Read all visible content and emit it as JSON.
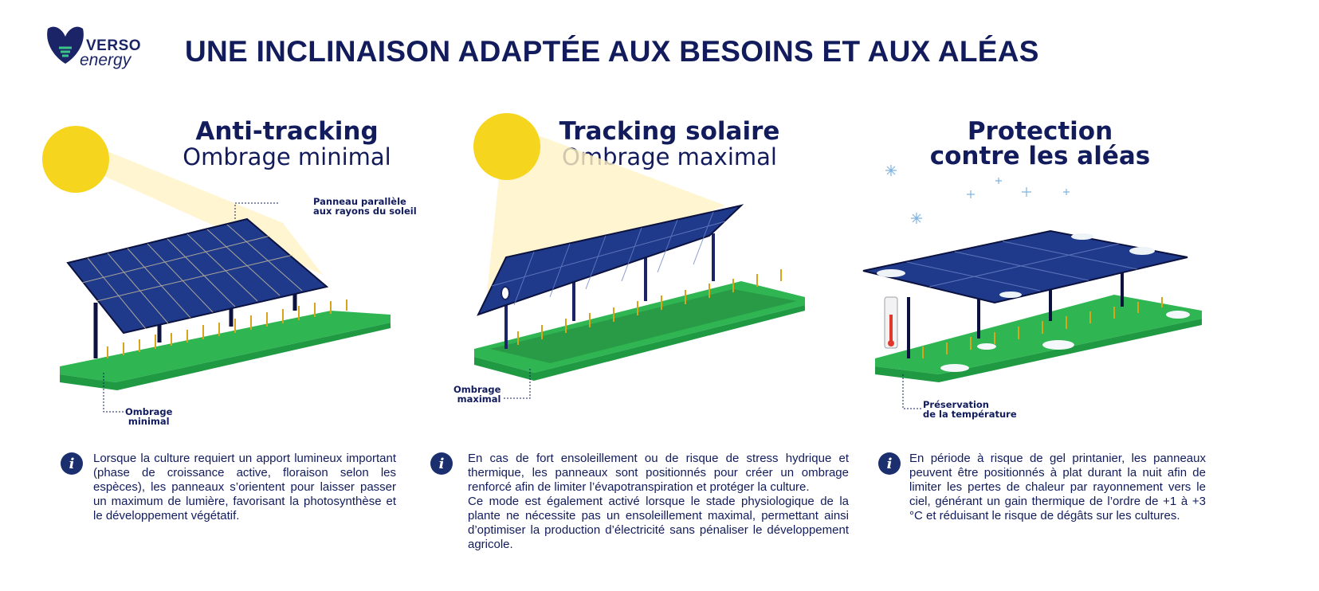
{
  "brand": {
    "name": "VERSO",
    "sub": "energy"
  },
  "title": "UNE INCLINAISON ADAPTÉE AUX BESOINS ET AUX ALÉAS",
  "panels": [
    {
      "title": "Anti-tracking",
      "subtitle": "Ombrage minimal",
      "callout_top": "Panneau parallèle\naux rayons du soleil",
      "callout_bottom": "Ombrage\nminimal",
      "text": "Lorsque la culture requiert un apport lumineux important (phase de croissance active, floraison selon les espèces), les panneaux s’orientent pour laisser passer un maximum de lumière, favorisant la photosynthèse et le développement végétatif."
    },
    {
      "title": "Tracking solaire",
      "subtitle": "Ombrage maximal",
      "callout_bottom": "Ombrage\nmaximal",
      "text": "En cas de fort ensoleillement ou de risque de stress hydrique et thermique, les panneaux sont positionnés pour créer un ombrage renforcé afin de limiter l’évapotranspiration et protéger la culture.\nCe mode est également activé lorsque le stade physiologique de la plante ne nécessite pas un ensoleillement maximal, permettant ainsi d’optimiser la production d’électricité sans pénaliser le développement agricole."
    },
    {
      "title": "Protection",
      "subtitle": "contre les aléas",
      "callout_bottom": "Préservation\nde la température",
      "text": "En période à risque de gel printanier, les panneaux peuvent être positionnés à plat durant la nuit afin de limiter les pertes de chaleur par rayonnement vers le ciel, générant un gain thermique de l’ordre de +1 à +3 °C et réduisant le risque de dégâts sur les cultures."
    }
  ],
  "info_icon_glyph": "i",
  "colors": {
    "navy": "#121c5c",
    "sun": "#f6d51f",
    "grass": "#38c25a",
    "panel": "#1f3a8a"
  }
}
